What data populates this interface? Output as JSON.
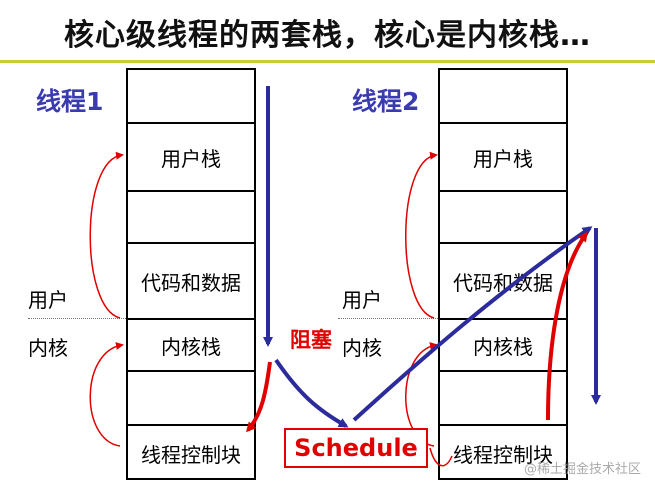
{
  "title": "核心级线程的两套栈，核心是内核栈…",
  "thread1": {
    "label": "线程1",
    "cells": [
      "",
      "用户栈",
      "",
      "代码和数据",
      "内核栈",
      "",
      "线程控制块"
    ]
  },
  "thread2": {
    "label": "线程2",
    "cells": [
      "",
      "用户栈",
      "",
      "代码和数据",
      "内核栈",
      "",
      "线程控制块"
    ]
  },
  "side_labels": {
    "user": "用户",
    "kernel": "内核"
  },
  "block_label": "阻塞",
  "schedule_label": "Schedule",
  "watermark": "@稀土掘金技术社区",
  "colors": {
    "blue_arrow": "#2b2b9c",
    "red_arrow": "#e00000",
    "title_rule": "#c8cc3a"
  }
}
